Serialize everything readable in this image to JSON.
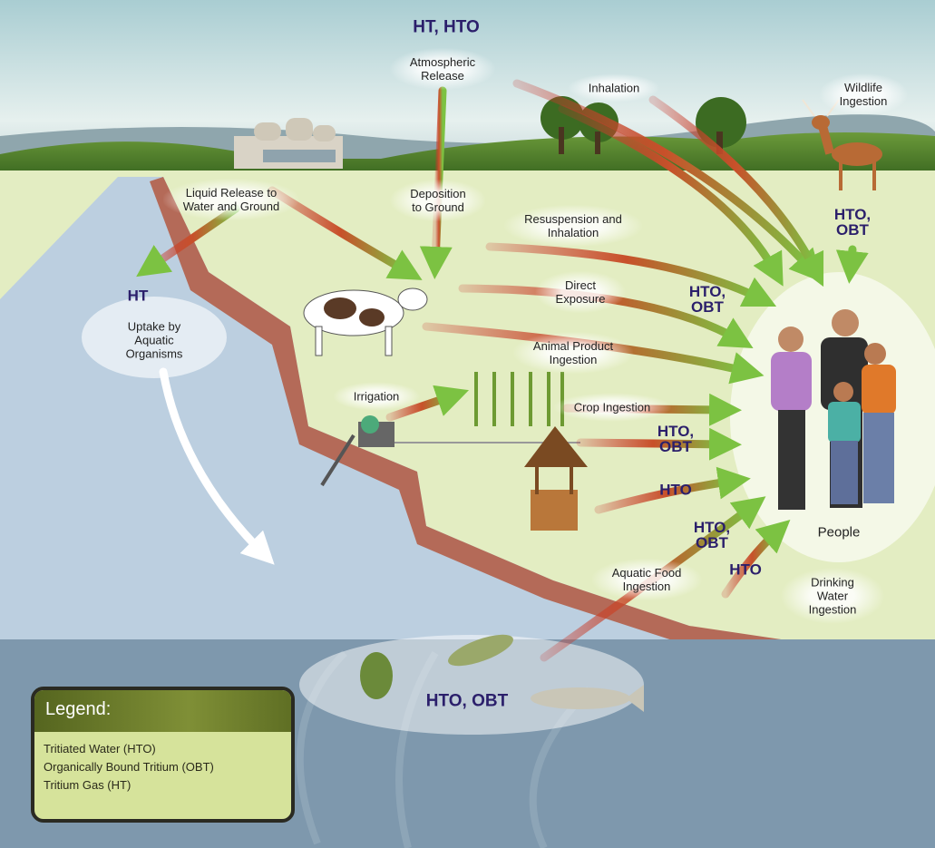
{
  "labels": {
    "atmospheric_species": "HT, HTO",
    "atmospheric_release": "Atmospheric\nRelease",
    "inhalation": "Inhalation",
    "wildlife_ingestion": "Wildlife\nIngestion",
    "liquid_release": "Liquid Release to\nWater and Ground",
    "deposition": "Deposition\nto Ground",
    "resuspension": "Resuspension and\nInhalation",
    "direct_exposure": "Direct\nExposure",
    "aquatic_species": "HT",
    "uptake": "Uptake by\nAquatic\nOrganisms",
    "animal_product": "Animal Product\nIngestion",
    "irrigation": "Irrigation",
    "crop_ingestion": "Crop Ingestion",
    "people": "People",
    "aquatic_food": "Aquatic Food\nIngestion",
    "drinking_water": "Drinking Water\nIngestion"
  },
  "species_tags": {
    "wildlife": "HTO,\nOBT",
    "direct": "HTO,\nOBT",
    "irrigation_line": "HTO,\nOBT",
    "well": "HTO",
    "aquatic_food": "HTO,\nOBT",
    "drinking": "HTO",
    "fish": "HTO, OBT"
  },
  "legend": {
    "title": "Legend:",
    "items": [
      "Tritiated Water (HTO)",
      "Organically Bound Tritium (OBT)",
      "Tritium Gas (HT)"
    ]
  },
  "colors": {
    "species_text": "#2b1f6b",
    "arrow_start": "#c8302a",
    "arrow_end": "#7cc242"
  }
}
